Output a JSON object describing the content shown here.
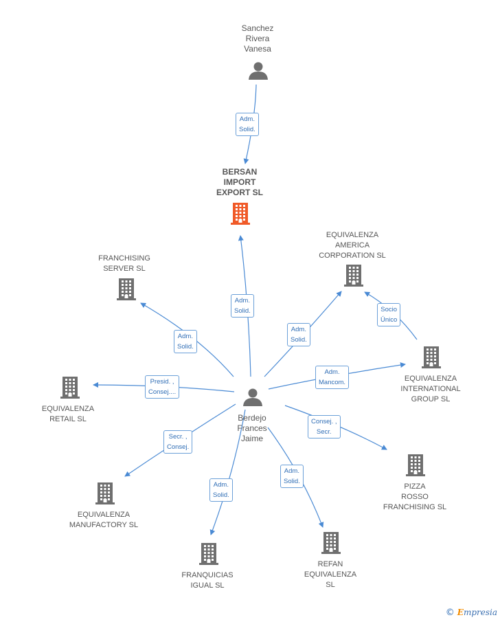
{
  "nodes": {
    "sanchez": {
      "label": [
        "Sanchez",
        "Rivera",
        "Vanesa"
      ],
      "kind": "person"
    },
    "bersan": {
      "label": [
        "BERSAN",
        "IMPORT",
        "EXPORT SL"
      ],
      "kind": "company-focus"
    },
    "franchising_server": {
      "label": [
        "FRANCHISING",
        "SERVER SL"
      ],
      "kind": "company"
    },
    "equiv_america": {
      "label": [
        "EQUIVALENZA",
        "AMERICA",
        "CORPORATION SL"
      ],
      "kind": "company"
    },
    "equiv_international": {
      "label": [
        "EQUIVALENZA",
        "INTERNATIONAL",
        "GROUP SL"
      ],
      "kind": "company"
    },
    "equiv_retail": {
      "label": [
        "EQUIVALENZA",
        "RETAIL SL"
      ],
      "kind": "company"
    },
    "berdejo": {
      "label": [
        "Berdejo",
        "Frances",
        "Jaime"
      ],
      "kind": "person"
    },
    "pizza_rosso": {
      "label": [
        "PIZZA",
        "ROSSO",
        "FRANCHISING SL"
      ],
      "kind": "company"
    },
    "equiv_manufactory": {
      "label": [
        "EQUIVALENZA",
        "MANUFACTORY SL"
      ],
      "kind": "company"
    },
    "franquicias_igual": {
      "label": [
        "FRANQUICIAS",
        "IGUAL SL"
      ],
      "kind": "company"
    },
    "refan": {
      "label": [
        "REFAN",
        "EQUIVALENZA",
        "SL"
      ],
      "kind": "company"
    }
  },
  "edges": [
    {
      "from": "sanchez",
      "to": "bersan",
      "label": [
        "Adm.",
        "Solid."
      ]
    },
    {
      "from": "berdejo",
      "to": "bersan",
      "label": [
        "Adm.",
        "Solid."
      ]
    },
    {
      "from": "berdejo",
      "to": "franchising_server",
      "label": [
        "Adm.",
        "Solid."
      ]
    },
    {
      "from": "berdejo",
      "to": "equiv_america",
      "label": [
        "Adm.",
        "Solid."
      ]
    },
    {
      "from": "equiv_international",
      "to": "equiv_america",
      "label": [
        "Socio",
        "Único"
      ]
    },
    {
      "from": "berdejo",
      "to": "equiv_international",
      "label": [
        "Adm.",
        "Mancom."
      ]
    },
    {
      "from": "berdejo",
      "to": "equiv_retail",
      "label": [
        "Presid. ,",
        "Consej...."
      ]
    },
    {
      "from": "berdejo",
      "to": "pizza_rosso",
      "label": [
        "Consej. ,",
        "Secr."
      ]
    },
    {
      "from": "berdejo",
      "to": "equiv_manufactory",
      "label": [
        "Secr. ,",
        "Consej."
      ]
    },
    {
      "from": "berdejo",
      "to": "franquicias_igual",
      "label": [
        "Adm.",
        "Solid."
      ]
    },
    {
      "from": "berdejo",
      "to": "refan",
      "label": [
        "Adm.",
        "Solid."
      ]
    }
  ],
  "colors": {
    "edge": "#4a8ad4",
    "company": "#6f6f6f",
    "focus": "#f05a28",
    "person": "#6f6f6f"
  },
  "brand": {
    "copyright": "©",
    "name": "mpresia",
    "initial": "E"
  }
}
